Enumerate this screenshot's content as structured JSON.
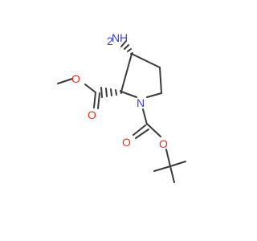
{
  "atoms": {
    "amine_n": "N",
    "amine_h": "H",
    "amine_h_count": "2",
    "ester_o_single": "O",
    "ester_o_double": "O",
    "ring_n": "N",
    "boc_o_double": "O",
    "boc_o_single": "O"
  },
  "colors": {
    "bond": "#3a3a3a",
    "oxygen": "#e8301c",
    "nitrogen": "#3a3fd8"
  }
}
